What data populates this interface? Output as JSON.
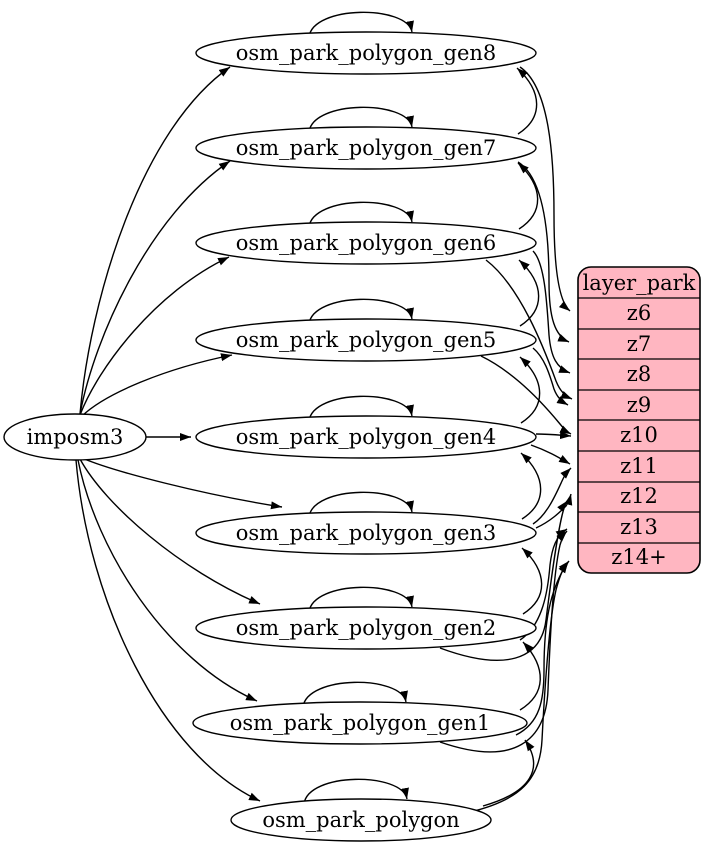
{
  "diagram": {
    "background_color": "#ffffff",
    "edge_color": "#000000",
    "node_fill_color": "#ffffff",
    "importer": {
      "label": "imposm3"
    },
    "tables": [
      {
        "label": "osm_park_polygon_gen8"
      },
      {
        "label": "osm_park_polygon_gen7"
      },
      {
        "label": "osm_park_polygon_gen6"
      },
      {
        "label": "osm_park_polygon_gen5"
      },
      {
        "label": "osm_park_polygon_gen4"
      },
      {
        "label": "osm_park_polygon_gen3"
      },
      {
        "label": "osm_park_polygon_gen2"
      },
      {
        "label": "osm_park_polygon_gen1"
      },
      {
        "label": "osm_park_polygon"
      }
    ],
    "layer": {
      "title": "layer_park",
      "fill_color": "#ffb6c1",
      "rows": [
        "z6",
        "z7",
        "z8",
        "z9",
        "z10",
        "z11",
        "z12",
        "z13",
        "z14+"
      ]
    }
  }
}
